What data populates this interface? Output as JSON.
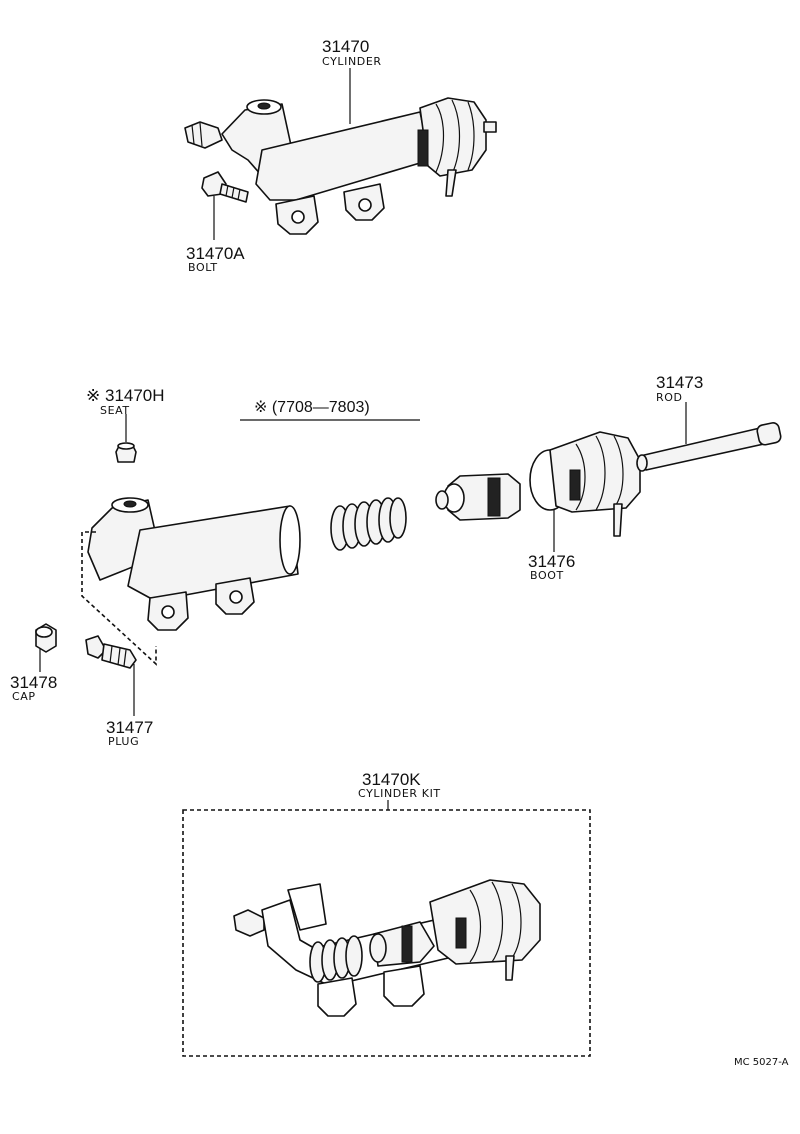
{
  "callouts": {
    "cylinder": {
      "number": "31470",
      "name": "CYLINDER"
    },
    "bolt": {
      "number": "31470A",
      "name": "BOLT"
    },
    "seat": {
      "mark": "※",
      "number": "31470H",
      "name": "SEAT"
    },
    "date_range": "※ (7708—7803)",
    "rod": {
      "number": "31473",
      "name": "ROD"
    },
    "boot": {
      "number": "31476",
      "name": "BOOT"
    },
    "cap": {
      "number": "31478",
      "name": "CAP"
    },
    "plug": {
      "number": "31477",
      "name": "PLUG"
    },
    "cylinder_kit": {
      "number": "31470K",
      "name": "CYLINDER KIT"
    }
  },
  "figure_code": "MC 5027-A"
}
